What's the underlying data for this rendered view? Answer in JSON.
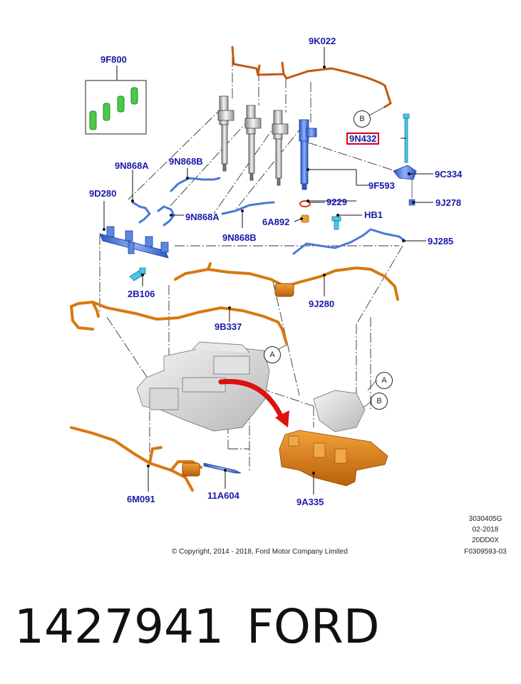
{
  "parts": {
    "p9F800": "9F800",
    "p9K022": "9K022",
    "p9N432": "9N432",
    "p9C334": "9C334",
    "p9J278": "9J278",
    "p9N868A_top": "9N868A",
    "p9N868B_top": "9N868B",
    "p9D280": "9D280",
    "p9F593": "9F593",
    "p9229": "9229",
    "p9N868A_mid": "9N868A",
    "pHB1": "HB1",
    "p6A892": "6A892",
    "p9N868B_mid": "9N868B",
    "p9J285": "9J285",
    "p2B106": "2B106",
    "p9J280": "9J280",
    "p9B337": "9B337",
    "p6M091": "6M091",
    "p11A604": "11A604",
    "p9A335": "9A335"
  },
  "callouts": {
    "b_top": "B",
    "a_tube": "A",
    "a_right": "A",
    "b_right": "B"
  },
  "copyright": "© Copyright, 2014 - 2018, Ford Motor Company Limited",
  "codes": {
    "line1": "3030405G",
    "line2": "02-2018",
    "line3": "20DD0X",
    "line4": "F0309593-03"
  },
  "part_number": "1427941",
  "brand": "FORD",
  "colors": {
    "label": "#1a1aa8",
    "highlight_box": "#d0021b",
    "blue_part": "#4a78d8",
    "cyan_part": "#48c8e8",
    "orange_part": "#d9780f",
    "green_part": "#4cc84c",
    "arrow": "#e01010"
  }
}
